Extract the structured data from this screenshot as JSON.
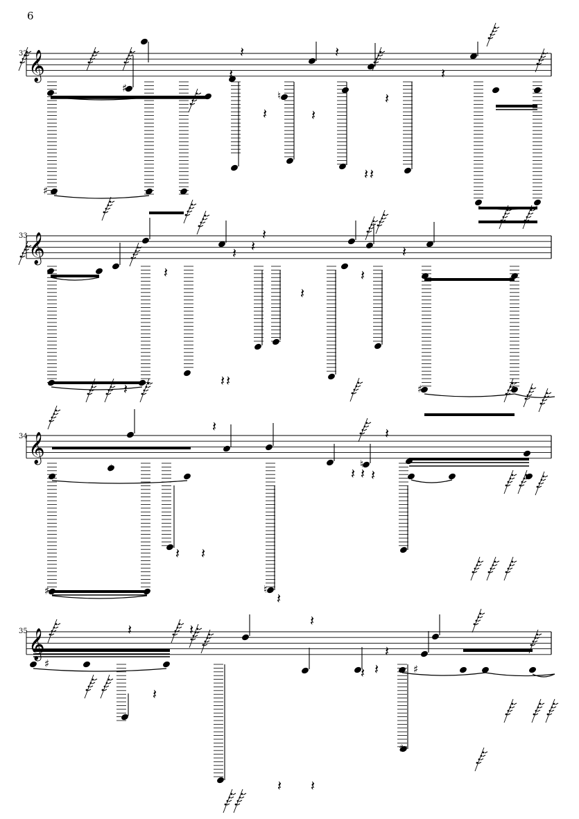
{
  "page": {
    "number": "6"
  },
  "systems": [
    {
      "measure": "32",
      "clef": "treble"
    },
    {
      "measure": "33",
      "clef": "treble"
    },
    {
      "measure": "34",
      "clef": "treble"
    },
    {
      "measure": "35",
      "clef": "treble"
    }
  ],
  "colors": {
    "ink": "#000000",
    "paper": "#ffffff"
  }
}
